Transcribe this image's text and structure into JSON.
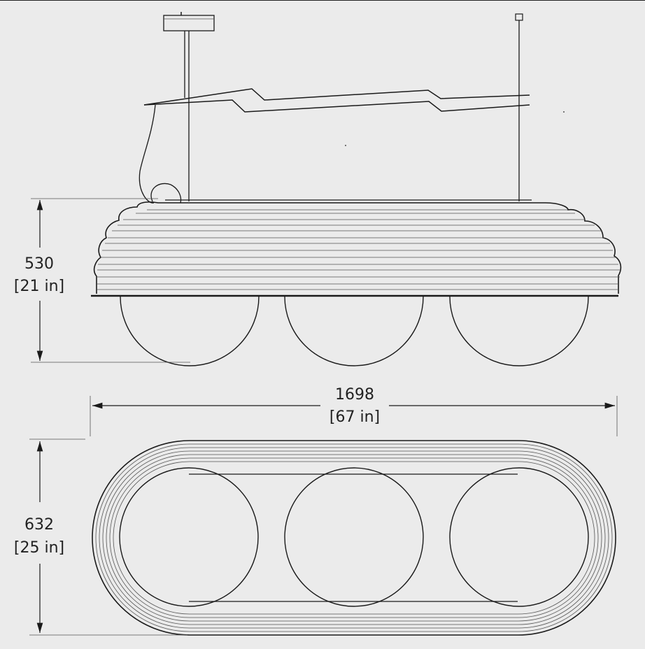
{
  "dimensions": {
    "height": {
      "value": "530",
      "imperial": "[21 in]"
    },
    "width": {
      "value": "1698",
      "imperial": "[67 in]"
    },
    "depth": {
      "value": "632",
      "imperial": "[25 in]"
    }
  },
  "colors": {
    "background": "#ebebeb",
    "line": "#1a1a1a"
  }
}
